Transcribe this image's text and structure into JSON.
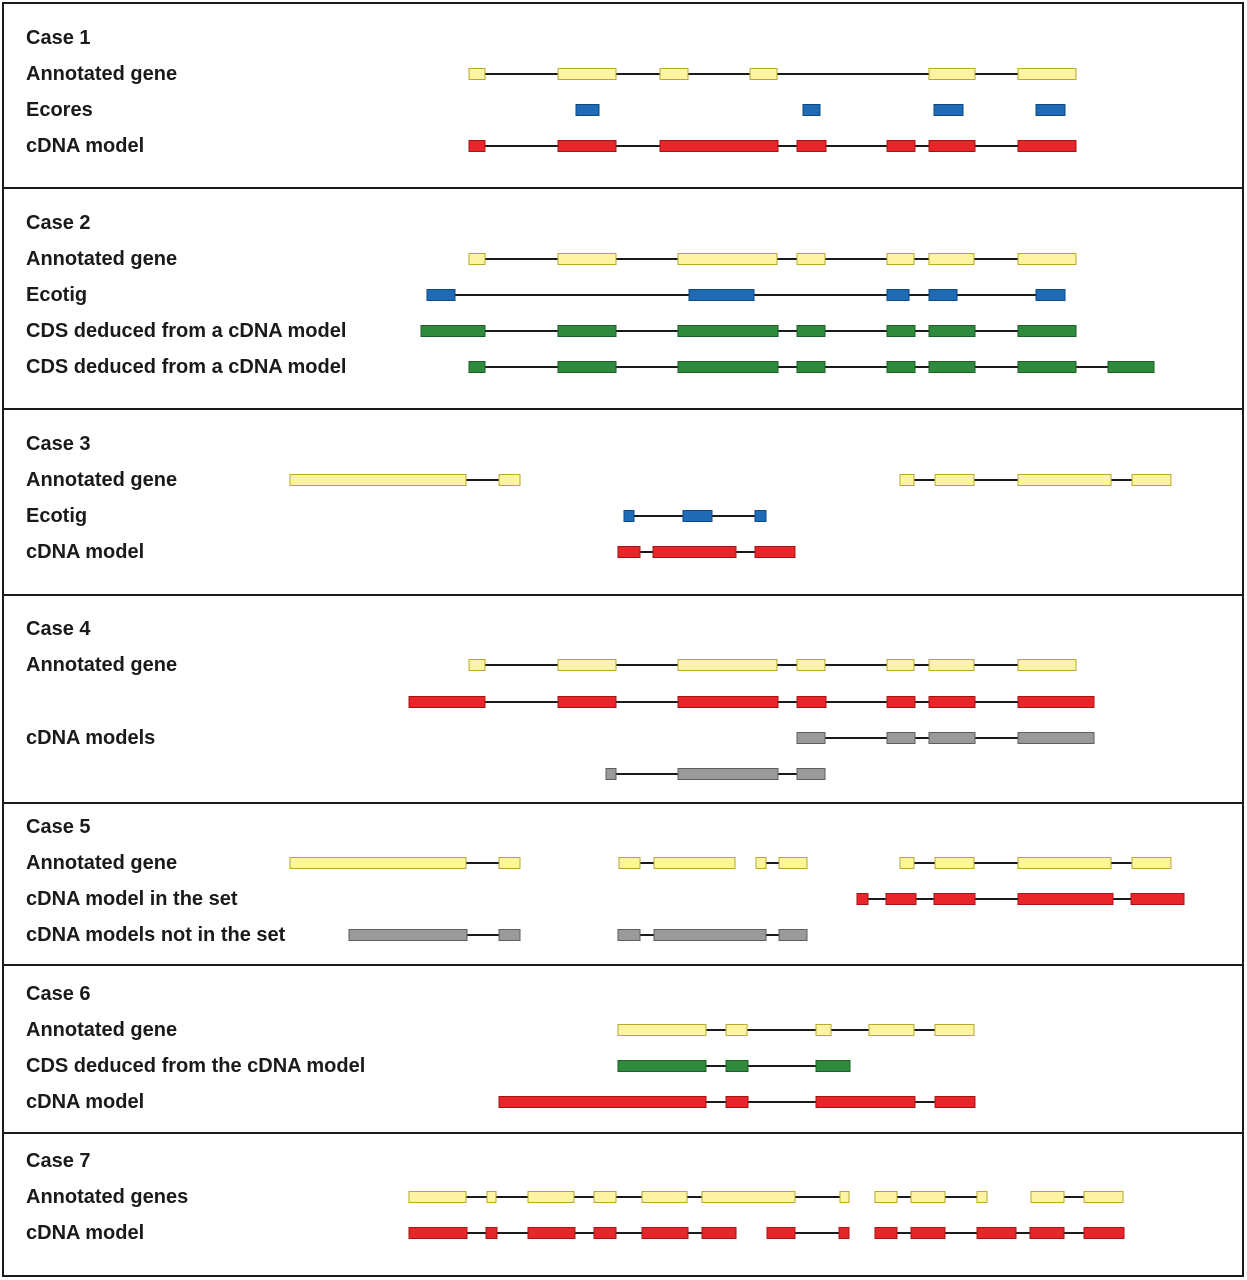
{
  "colors": {
    "annotated": "#fcf3a3",
    "annotated_stroke": "#b9a92a",
    "ecores": "#1f6bb5",
    "ecores_stroke": "#0e4a86",
    "cdna": "#e8262a",
    "cdna_stroke": "#a81414",
    "cds": "#2e8a3c",
    "cds_stroke": "#1c5e27",
    "other": "#9a9a9a",
    "other_stroke": "#5e5e5e",
    "line": "#1a1a1a"
  },
  "cases": [
    {
      "title": "Case 1",
      "rows": [
        {
          "label": "Annotated gene",
          "tracks": [
            {
              "style": "annotated",
              "exons": [
                [
                  469,
                  485
                ],
                [
                  558,
                  616
                ],
                [
                  660,
                  688
                ],
                [
                  750,
                  777
                ],
                [
                  929,
                  975
                ],
                [
                  1018,
                  1076
                ]
              ]
            }
          ]
        },
        {
          "label": "Ecores",
          "tracks": [
            {
              "style": "ecores",
              "connect": false,
              "exons": [
                [
                  576,
                  599
                ],
                [
                  803,
                  820
                ],
                [
                  934,
                  963
                ],
                [
                  1036,
                  1065
                ]
              ]
            }
          ]
        },
        {
          "label": "cDNA model",
          "tracks": [
            {
              "style": "cdna",
              "exons": [
                [
                  469,
                  485
                ],
                [
                  558,
                  616
                ],
                [
                  660,
                  778
                ],
                [
                  797,
                  826
                ],
                [
                  887,
                  915
                ],
                [
                  929,
                  975
                ],
                [
                  1018,
                  1076
                ]
              ]
            }
          ]
        }
      ]
    },
    {
      "title": "Case 2",
      "rows": [
        {
          "label": "Annotated gene",
          "tracks": [
            {
              "style": "annotated",
              "exons": [
                [
                  469,
                  485
                ],
                [
                  558,
                  616
                ],
                [
                  678,
                  777
                ],
                [
                  797,
                  825
                ],
                [
                  887,
                  914
                ],
                [
                  929,
                  974
                ],
                [
                  1018,
                  1076
                ]
              ]
            }
          ]
        },
        {
          "label": "Ecotig",
          "tracks": [
            {
              "style": "ecores",
              "exons": [
                [
                  427,
                  455
                ],
                [
                  689,
                  754
                ],
                [
                  887,
                  909
                ],
                [
                  929,
                  957
                ],
                [
                  1036,
                  1065
                ]
              ]
            }
          ]
        },
        {
          "label": "CDS deduced from a cDNA model",
          "tracks": [
            {
              "style": "cds",
              "exons": [
                [
                  421,
                  485
                ],
                [
                  558,
                  616
                ],
                [
                  678,
                  778
                ],
                [
                  797,
                  825
                ],
                [
                  887,
                  915
                ],
                [
                  929,
                  975
                ],
                [
                  1018,
                  1076
                ]
              ]
            }
          ]
        },
        {
          "label": "CDS deduced from a cDNA model",
          "tracks": [
            {
              "style": "cds",
              "exons": [
                [
                  469,
                  485
                ],
                [
                  558,
                  616
                ],
                [
                  678,
                  778
                ],
                [
                  797,
                  825
                ],
                [
                  887,
                  915
                ],
                [
                  929,
                  975
                ],
                [
                  1018,
                  1076
                ],
                [
                  1108,
                  1154
                ]
              ]
            }
          ]
        }
      ]
    },
    {
      "title": "Case 3",
      "rows": [
        {
          "label": "Annotated gene",
          "tracks": [
            {
              "style": "annotated",
              "exons": [
                [
                  290,
                  466
                ],
                [
                  499,
                  520
                ]
              ]
            },
            {
              "style": "annotated",
              "exons": [
                [
                  900,
                  914
                ],
                [
                  935,
                  974
                ],
                [
                  1018,
                  1111
                ],
                [
                  1132,
                  1171
                ]
              ]
            }
          ]
        },
        {
          "label": "Ecotig",
          "tracks": [
            {
              "style": "ecores",
              "exons": [
                [
                  624,
                  634
                ],
                [
                  683,
                  712
                ],
                [
                  755,
                  766
                ]
              ]
            }
          ]
        },
        {
          "label": "cDNA model",
          "tracks": [
            {
              "style": "cdna",
              "exons": [
                [
                  618,
                  640
                ],
                [
                  653,
                  736
                ],
                [
                  755,
                  795
                ]
              ]
            }
          ]
        }
      ]
    },
    {
      "title": "Case 4",
      "rows": [
        {
          "label": "Annotated gene",
          "tracks": [
            {
              "style": "annotated",
              "exons": [
                [
                  469,
                  485
                ],
                [
                  558,
                  616
                ],
                [
                  678,
                  777
                ],
                [
                  797,
                  825
                ],
                [
                  887,
                  914
                ],
                [
                  929,
                  974
                ],
                [
                  1018,
                  1076
                ]
              ]
            }
          ]
        },
        {
          "label": "",
          "tracks": [
            {
              "style": "cdna",
              "exons": [
                [
                  409,
                  485
                ],
                [
                  558,
                  616
                ],
                [
                  678,
                  778
                ],
                [
                  797,
                  826
                ],
                [
                  887,
                  915
                ],
                [
                  929,
                  975
                ],
                [
                  1018,
                  1094
                ]
              ]
            }
          ]
        },
        {
          "label": "cDNA models",
          "tracks": [
            {
              "style": "other",
              "exons": [
                [
                  797,
                  825
                ],
                [
                  887,
                  915
                ],
                [
                  929,
                  975
                ],
                [
                  1018,
                  1094
                ]
              ]
            }
          ]
        },
        {
          "label": "",
          "tracks": [
            {
              "style": "other",
              "exons": [
                [
                  606,
                  616
                ],
                [
                  678,
                  778
                ],
                [
                  797,
                  825
                ]
              ]
            }
          ]
        }
      ]
    },
    {
      "title": "Case 5",
      "rows": [
        {
          "label": "Annotated gene",
          "tracks": [
            {
              "style": "annotated",
              "exons": [
                [
                  290,
                  466
                ],
                [
                  499,
                  520
                ]
              ]
            },
            {
              "style": "annotated",
              "exons": [
                [
                  619,
                  640
                ],
                [
                  654,
                  735
                ]
              ]
            },
            {
              "style": "annotated",
              "exons": [
                [
                  756,
                  766
                ],
                [
                  779,
                  807
                ]
              ]
            },
            {
              "style": "annotated",
              "exons": [
                [
                  900,
                  914
                ],
                [
                  935,
                  974
                ],
                [
                  1018,
                  1111
                ],
                [
                  1132,
                  1171
                ]
              ]
            }
          ]
        },
        {
          "label": "cDNA model in the set",
          "tracks": [
            {
              "style": "cdna",
              "exons": [
                [
                  857,
                  868
                ],
                [
                  886,
                  916
                ],
                [
                  934,
                  975
                ],
                [
                  1018,
                  1113
                ],
                [
                  1131,
                  1184
                ]
              ]
            }
          ]
        },
        {
          "label": "cDNA models not in the set",
          "tracks": [
            {
              "style": "other",
              "exons": [
                [
                  349,
                  467
                ],
                [
                  499,
                  520
                ]
              ]
            },
            {
              "style": "other",
              "exons": [
                [
                  618,
                  640
                ],
                [
                  654,
                  766
                ],
                [
                  779,
                  807
                ]
              ]
            }
          ]
        }
      ]
    },
    {
      "title": "Case 6",
      "rows": [
        {
          "label": "Annotated gene",
          "tracks": [
            {
              "style": "annotated",
              "exons": [
                [
                  618,
                  706
                ],
                [
                  726,
                  747
                ],
                [
                  816,
                  831
                ],
                [
                  869,
                  914
                ],
                [
                  935,
                  974
                ]
              ]
            }
          ]
        },
        {
          "label": "CDS deduced from the cDNA model",
          "tracks": [
            {
              "style": "cds",
              "exons": [
                [
                  618,
                  706
                ],
                [
                  726,
                  748
                ],
                [
                  816,
                  850
                ]
              ]
            }
          ]
        },
        {
          "label": "cDNA model",
          "tracks": [
            {
              "style": "cdna",
              "exons": [
                [
                  499,
                  706
                ],
                [
                  726,
                  748
                ],
                [
                  816,
                  915
                ],
                [
                  935,
                  975
                ]
              ]
            }
          ]
        }
      ]
    },
    {
      "title": "Case 7",
      "rows": [
        {
          "label": "Annotated genes",
          "tracks": [
            {
              "style": "annotated",
              "exons": [
                [
                  409,
                  466
                ],
                [
                  487,
                  496
                ],
                [
                  528,
                  574
                ],
                [
                  594,
                  616
                ],
                [
                  642,
                  687
                ],
                [
                  702,
                  795
                ],
                [
                  840,
                  849
                ]
              ]
            },
            {
              "style": "annotated",
              "exons": [
                [
                  875,
                  897
                ],
                [
                  911,
                  945
                ],
                [
                  977,
                  987
                ]
              ]
            },
            {
              "style": "annotated",
              "exons": [
                [
                  1031,
                  1064
                ],
                [
                  1084,
                  1123
                ]
              ]
            }
          ]
        },
        {
          "label": "cDNA model",
          "tracks": [
            {
              "style": "cdna",
              "exons": [
                [
                  409,
                  467
                ],
                [
                  486,
                  497
                ],
                [
                  528,
                  575
                ],
                [
                  594,
                  616
                ],
                [
                  642,
                  688
                ],
                [
                  702,
                  736
                ]
              ]
            },
            {
              "style": "cdna",
              "exons": [
                [
                  767,
                  795
                ],
                [
                  839,
                  849
                ]
              ]
            },
            {
              "style": "cdna",
              "exons": [
                [
                  875,
                  897
                ],
                [
                  911,
                  945
                ],
                [
                  977,
                  1016
                ],
                [
                  1030,
                  1064
                ],
                [
                  1084,
                  1124
                ]
              ]
            }
          ]
        }
      ]
    }
  ]
}
